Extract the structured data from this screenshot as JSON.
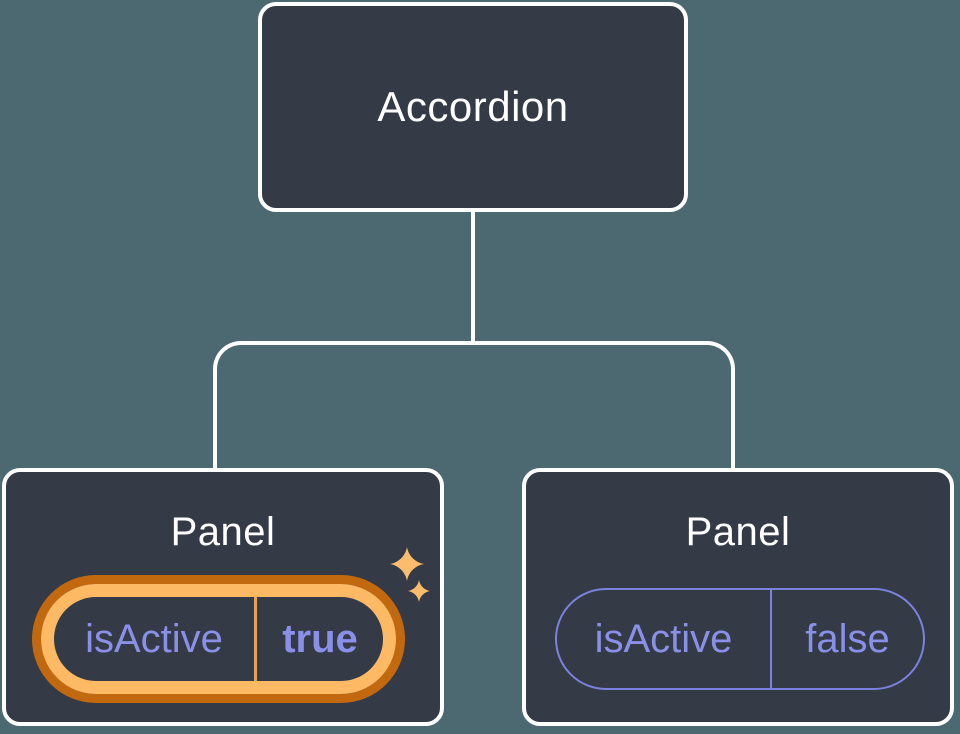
{
  "diagram": {
    "type": "component-tree",
    "root": {
      "label": "Accordion"
    },
    "panels": [
      {
        "label": "Panel",
        "prop_name": "isActive",
        "prop_value": "true",
        "state": "active",
        "highlighted": true,
        "sparkles": true
      },
      {
        "label": "Panel",
        "prop_name": "isActive",
        "prop_value": "false",
        "state": "inactive",
        "highlighted": false,
        "sparkles": false
      }
    ]
  },
  "icons": {
    "sparkle_large": "four-point-star",
    "sparkle_small": "four-point-star"
  },
  "colors": {
    "background": "#4C6972",
    "box_fill": "#343A46",
    "stroke": "#FFFFFF",
    "label_text": "#FFFFFF",
    "prop_text": "#8A90E8",
    "pill_border": "#7B82DD",
    "highlight_outer": "#C2690F",
    "highlight_inner": "#FDB964",
    "highlight_divider": "#E9A158",
    "sparkle": "#FBBD6D"
  }
}
